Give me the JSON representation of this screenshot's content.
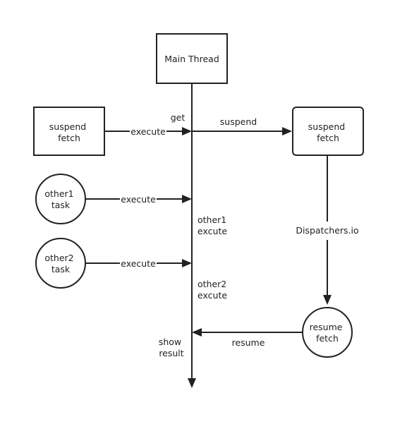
{
  "nodes": {
    "main_thread": "Main Thread",
    "suspend_fetch_left": [
      "suspend",
      "fetch"
    ],
    "other1_task": [
      "other1",
      "task"
    ],
    "other2_task": [
      "other2",
      "task"
    ],
    "suspend_fetch_right": [
      "suspend",
      "fetch"
    ],
    "resume_fetch": [
      "resume",
      "fetch"
    ]
  },
  "edges": {
    "execute_1": "execute",
    "execute_2": "execute",
    "execute_3": "execute",
    "suspend": "suspend",
    "dispatchers": "Dispatchers.io",
    "resume": "resume"
  },
  "annotations": {
    "get": "get",
    "other1_excute": [
      "other1",
      "excute"
    ],
    "other2_excute": [
      "other2",
      "excute"
    ],
    "show_result": [
      "show",
      "result"
    ]
  }
}
